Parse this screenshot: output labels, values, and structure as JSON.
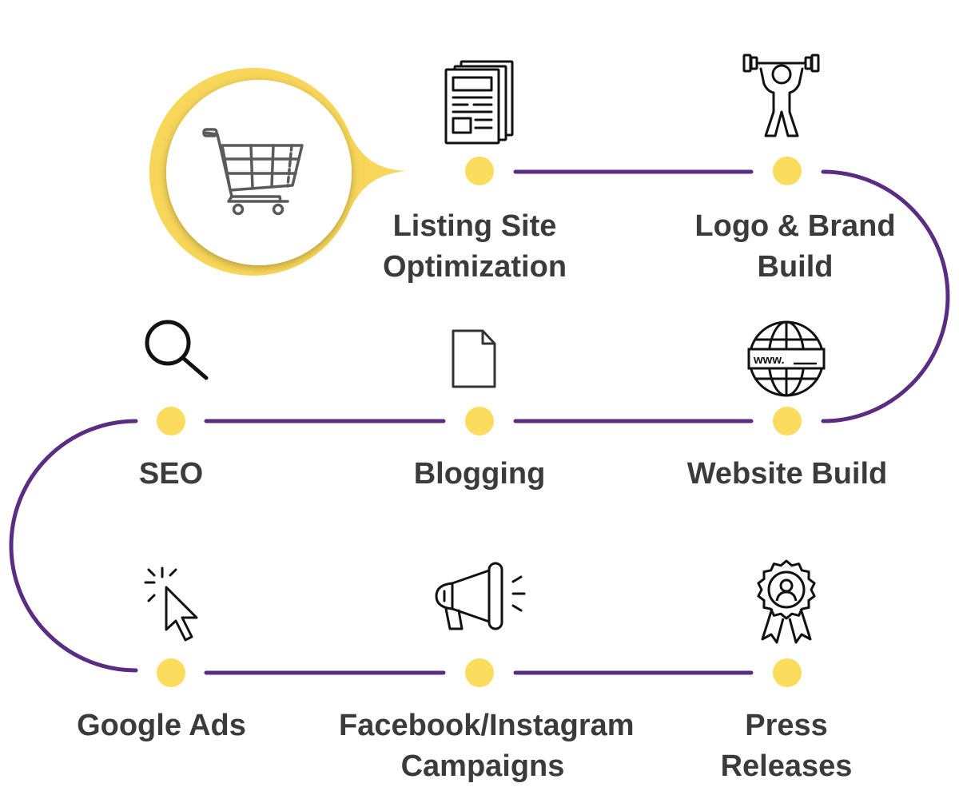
{
  "colors": {
    "path": "#5b2d82",
    "node": "#fbdc5c",
    "hub_ring": "#f8d659",
    "text": "#3b3b3b",
    "icon": "#111111"
  },
  "hub": {
    "icon": "shopping-cart-icon"
  },
  "steps": [
    {
      "id": "listing-site-optimization",
      "lines": [
        "Listing Site",
        "Optimization"
      ],
      "icon": "newspaper-icon"
    },
    {
      "id": "logo-brand-build",
      "lines": [
        "Logo & Brand",
        "Build"
      ],
      "icon": "weightlifter-icon"
    },
    {
      "id": "website-build",
      "lines": [
        "Website Build"
      ],
      "icon": "globe-www-icon"
    },
    {
      "id": "blogging",
      "lines": [
        "Blogging"
      ],
      "icon": "document-icon"
    },
    {
      "id": "seo",
      "lines": [
        "SEO"
      ],
      "icon": "magnifier-icon"
    },
    {
      "id": "google-ads",
      "lines": [
        "Google Ads"
      ],
      "icon": "cursor-click-icon"
    },
    {
      "id": "facebook-instagram-campaigns",
      "lines": [
        "Facebook/Instagram",
        "Campaigns"
      ],
      "icon": "megaphone-icon"
    },
    {
      "id": "press-releases",
      "lines": [
        "Press",
        "Releases"
      ],
      "icon": "award-badge-icon"
    }
  ]
}
